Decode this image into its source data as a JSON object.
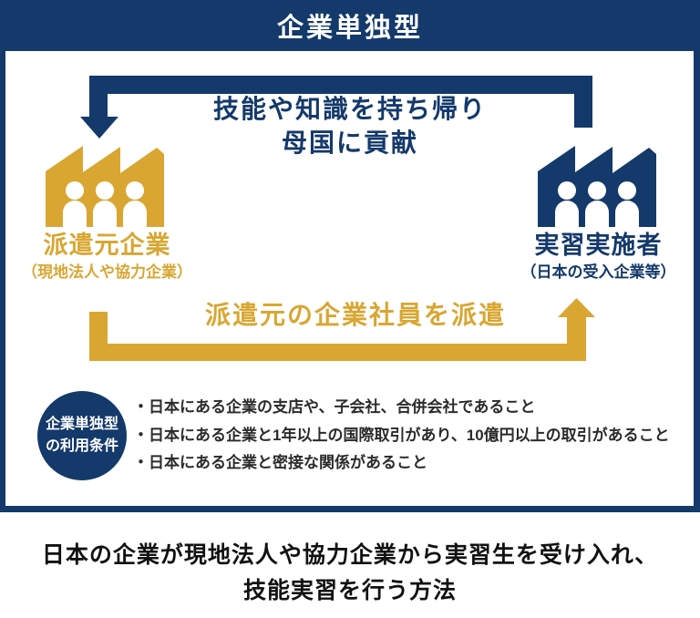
{
  "colors": {
    "navy": "#14396B",
    "gold": "#D9A632",
    "text_dark": "#222222"
  },
  "header": {
    "title": "企業単独型"
  },
  "flow": {
    "return_arrow_label": [
      "技能や知識を持ち帰り",
      "母国に貢献"
    ],
    "dispatch_arrow_label": "派遣元の企業社員を派遣"
  },
  "entities": {
    "sending": {
      "name": "派遣元企業",
      "subtitle": "（現地法人や協力企業）"
    },
    "receiving": {
      "name": "実習実施者",
      "subtitle": "（日本の受入企業等）"
    }
  },
  "conditions": {
    "badge": [
      "企業単独型",
      "の利用条件"
    ],
    "items": [
      "・日本にある企業の支店や、子会社、合併会社であること",
      "・日本にある企業と1年以上の国際取引があり、10億円以上の取引があること",
      "・日本にある企業と密接な関係があること"
    ]
  },
  "caption": [
    "日本の企業が現地法人や協力企業から実習生を受け入れ、",
    "技能実習を行う方法"
  ]
}
